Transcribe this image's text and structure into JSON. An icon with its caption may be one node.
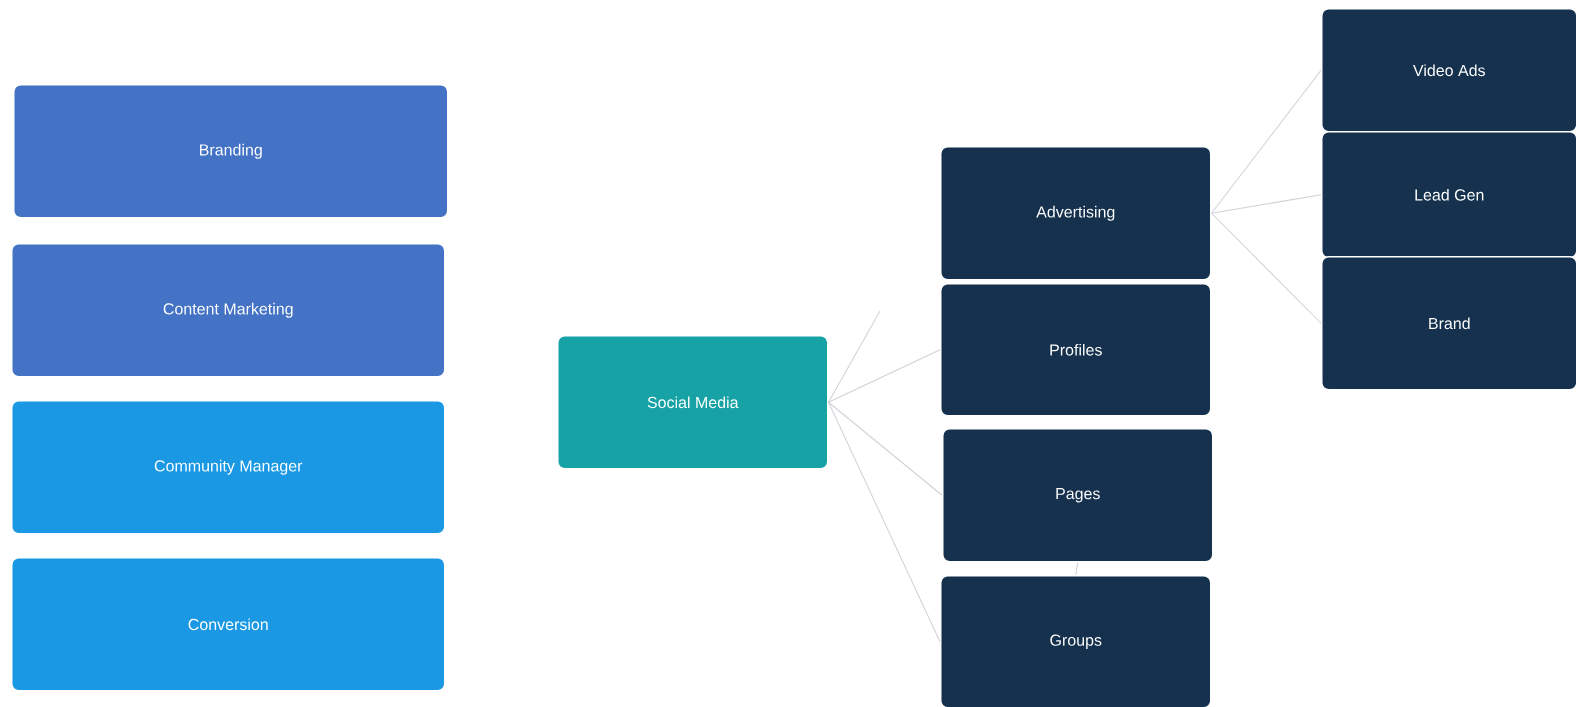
{
  "diagram": {
    "nodes": [
      {
        "text": [
          "Branding"
        ]
      },
      {
        "text": [
          "Content Marketing"
        ]
      },
      {
        "text": [
          "Community Manager"
        ]
      },
      {
        "text": [
          "Conversion"
        ]
      },
      {
        "text": [
          "Social Media"
        ]
      },
      {
        "text": [
          "Advertising"
        ]
      },
      {
        "text": [
          "Profiles"
        ]
      },
      {
        "text": [
          "Pages"
        ]
      },
      {
        "text": [
          "Groups"
        ]
      },
      {
        "text": [
          "Video Ads"
        ]
      },
      {
        "text": [
          "Lead Gen"
        ]
      },
      {
        "text": [
          "Brand"
        ]
      }
    ],
    "edges": [
      {
        "from": 4,
        "to": null,
        "arrow": "none"
      },
      {
        "from": 4,
        "to": 6,
        "arrow": "none"
      },
      {
        "from": 4,
        "to": 7,
        "arrow": "none"
      },
      {
        "from": 4,
        "to": 8,
        "arrow": "none"
      },
      {
        "from": 5,
        "to": 9,
        "arrow": "none"
      },
      {
        "from": 5,
        "to": 10,
        "arrow": "none"
      },
      {
        "from": 5,
        "to": 11,
        "arrow": "none"
      },
      {
        "from": 7,
        "to": 8,
        "arrow": "none"
      }
    ]
  }
}
